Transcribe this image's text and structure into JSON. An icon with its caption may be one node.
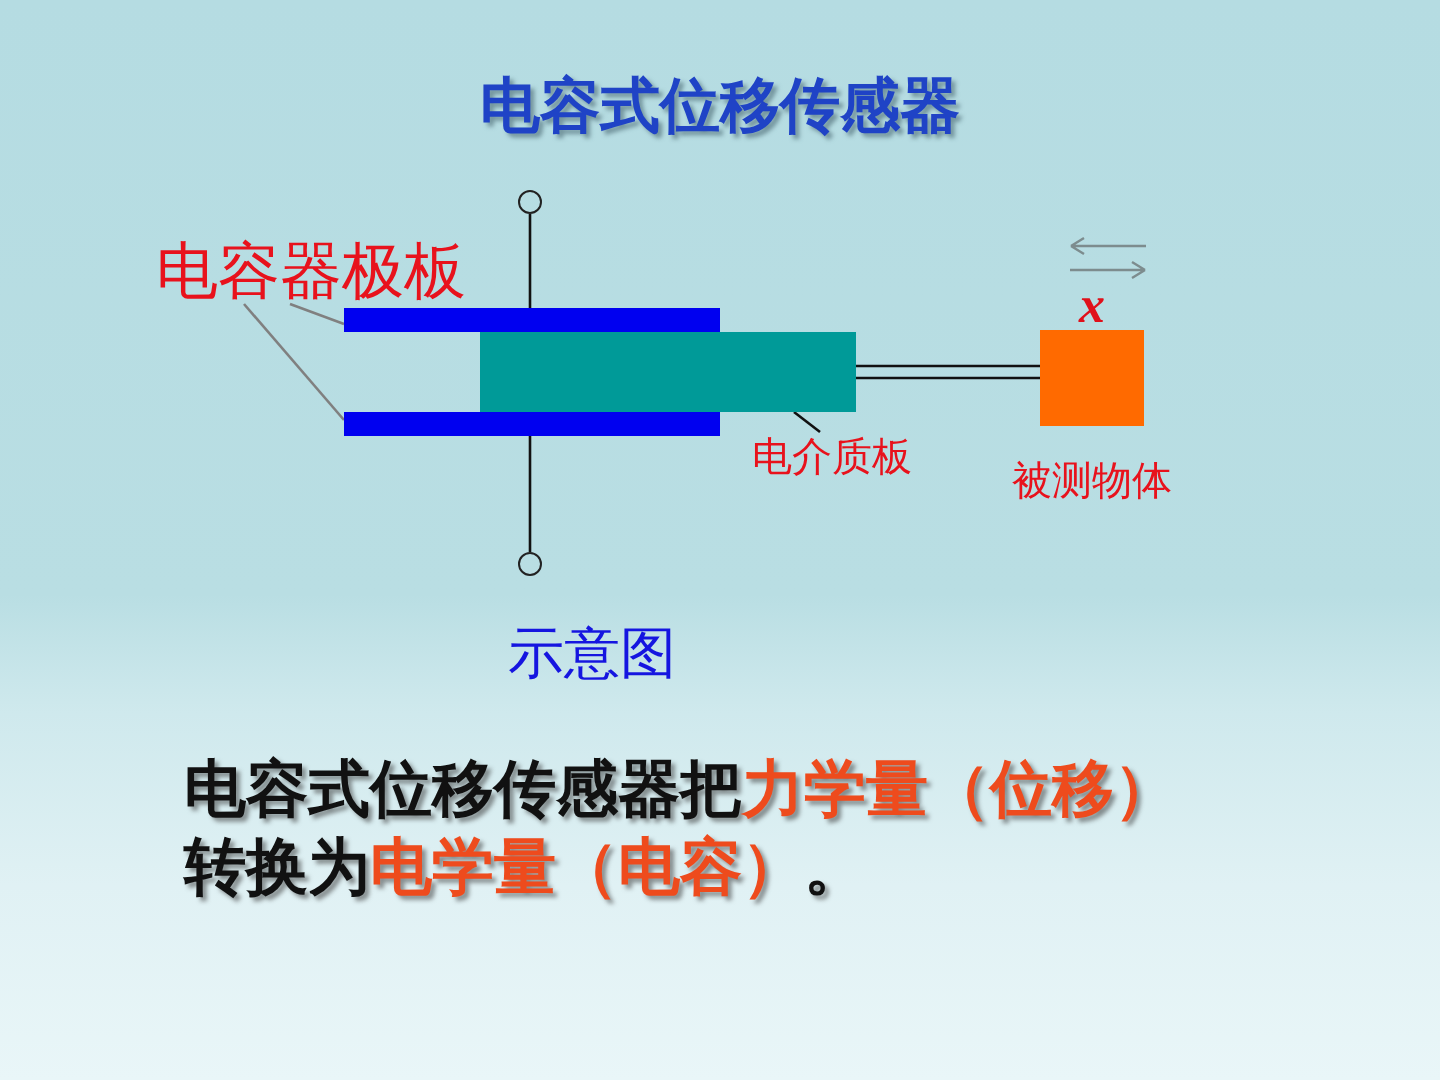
{
  "diagram": {
    "title": "电容式位移传感器",
    "caption": "示意图",
    "nodes": [
      {
        "text": [],
        "shape": "circle"
      },
      {
        "text": [
          "电容器极板"
        ]
      },
      {
        "text": [],
        "shape": "bar"
      },
      {
        "text": [],
        "shape": "box"
      },
      {
        "text": [],
        "shape": "box",
        "beside": [
          "被测物体"
        ]
      },
      {
        "text": [],
        "shape": "bar"
      },
      {
        "text": [
          "电介质板"
        ]
      },
      {
        "text": [],
        "shape": "circle"
      }
    ],
    "edges": [
      {
        "from": 0,
        "to": 2,
        "arrow": "none"
      },
      {
        "from": 1,
        "to": 2,
        "arrow": "none",
        "color": "#808080"
      },
      {
        "from": 1,
        "to": 5,
        "arrow": "none",
        "color": "#808080"
      },
      {
        "from": 3,
        "to": 4,
        "arrow": "none"
      },
      {
        "from": 6,
        "to": 3,
        "arrow": "none"
      },
      {
        "from": 5,
        "to": 7,
        "arrow": "none"
      }
    ],
    "labels": [
      "x",
      "电容式位移传感器把**力学量（位移）**转换为**电学量（电容）**。"
    ]
  }
}
